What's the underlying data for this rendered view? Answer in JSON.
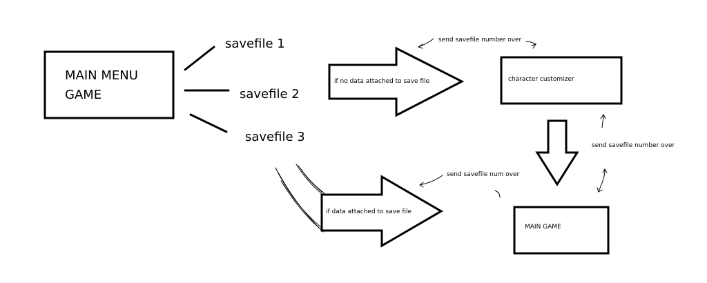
{
  "nodes": {
    "main_menu": {
      "line1": "MAIN MENU",
      "line2": "GAME"
    },
    "character_customizer": {
      "label": "character customizer"
    },
    "main_game": {
      "label": "MAIN GAME"
    }
  },
  "savefiles": [
    "savefile 1",
    "savefile 2",
    "savefile 3"
  ],
  "arrows": {
    "no_data": "if no data attached to save file",
    "has_data": "if data attached to save file"
  },
  "annotations": {
    "send_top": "send savefile number over",
    "send_right": "send savefile number over",
    "send_bottom": "send savefile num over"
  },
  "colors": {
    "ink": "#000000",
    "background": "#ffffff"
  }
}
